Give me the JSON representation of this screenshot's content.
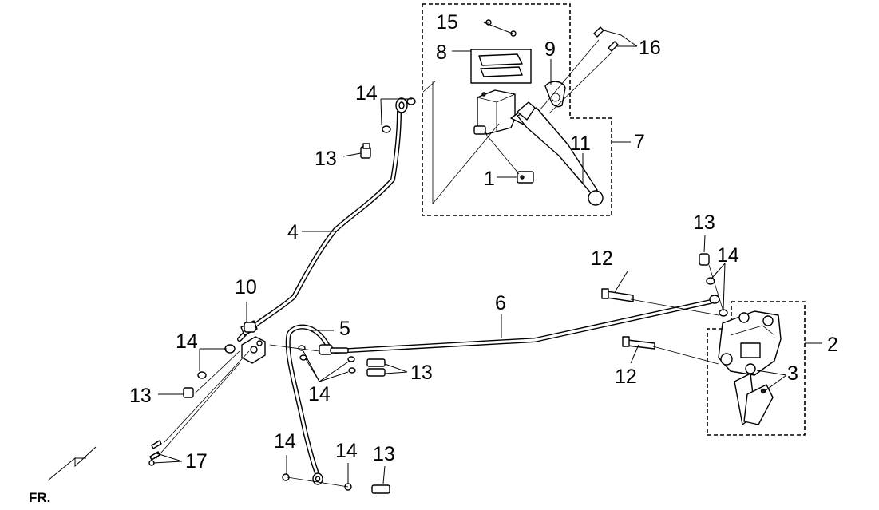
{
  "callouts": {
    "c1": "1",
    "c2": "2",
    "c3": "3",
    "c4": "4",
    "c5": "5",
    "c6": "6",
    "c7": "7",
    "c8": "8",
    "c9": "9",
    "c10": "10",
    "c11": "11",
    "c12a": "12",
    "c12b": "12",
    "c13a": "13",
    "c13b": "13",
    "c13c": "13",
    "c13d": "13",
    "c13e": "13",
    "c14a": "14",
    "c14b": "14",
    "c14c": "14",
    "c14d": "14",
    "c14e": "14",
    "c14f": "14",
    "c15": "15",
    "c16": "16",
    "c17": "17"
  },
  "orientation": {
    "label": "FR."
  }
}
